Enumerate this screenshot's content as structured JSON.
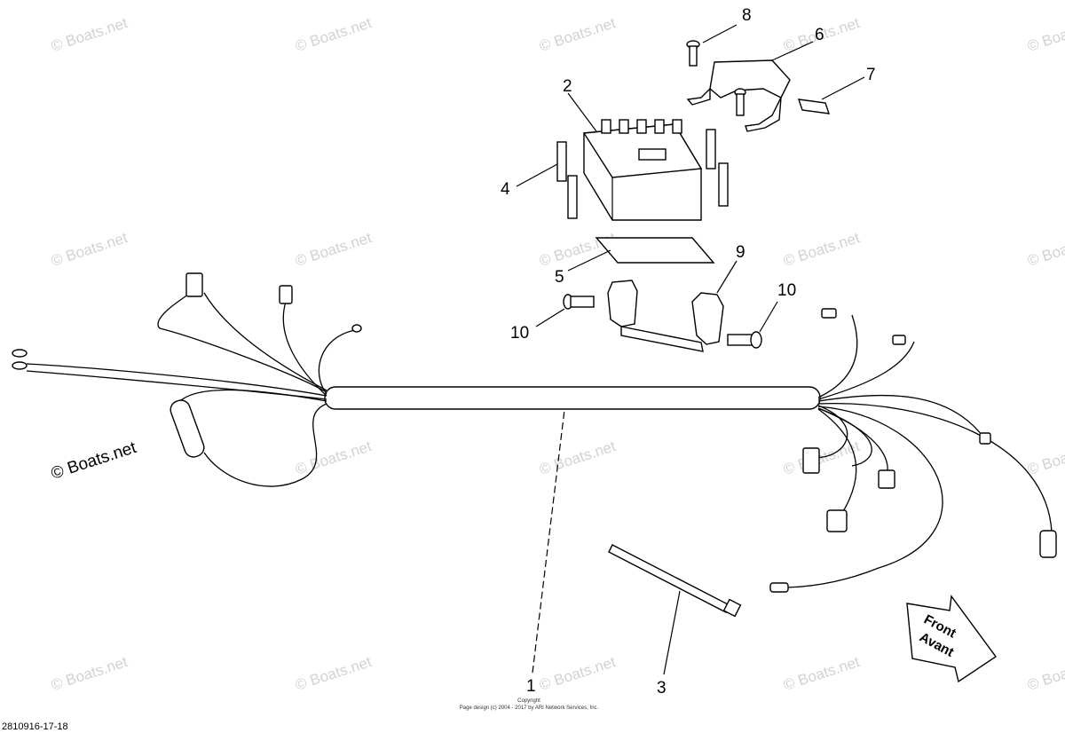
{
  "watermark": "© Boats.net",
  "copyright": {
    "line1": "Copyright",
    "line2": "Page design (c) 2004 - 2017 by ARI Network Services, Inc."
  },
  "diagram_code": "2810916-17-18",
  "front_arrow": {
    "line1": "Front",
    "line2": "Avant"
  },
  "callouts": {
    "c1": "1",
    "c2": "2",
    "c3": "3",
    "c4": "4",
    "c5": "5",
    "c6": "6",
    "c7": "7",
    "c8": "8",
    "c9": "9",
    "c10a": "10",
    "c10b": "10"
  }
}
